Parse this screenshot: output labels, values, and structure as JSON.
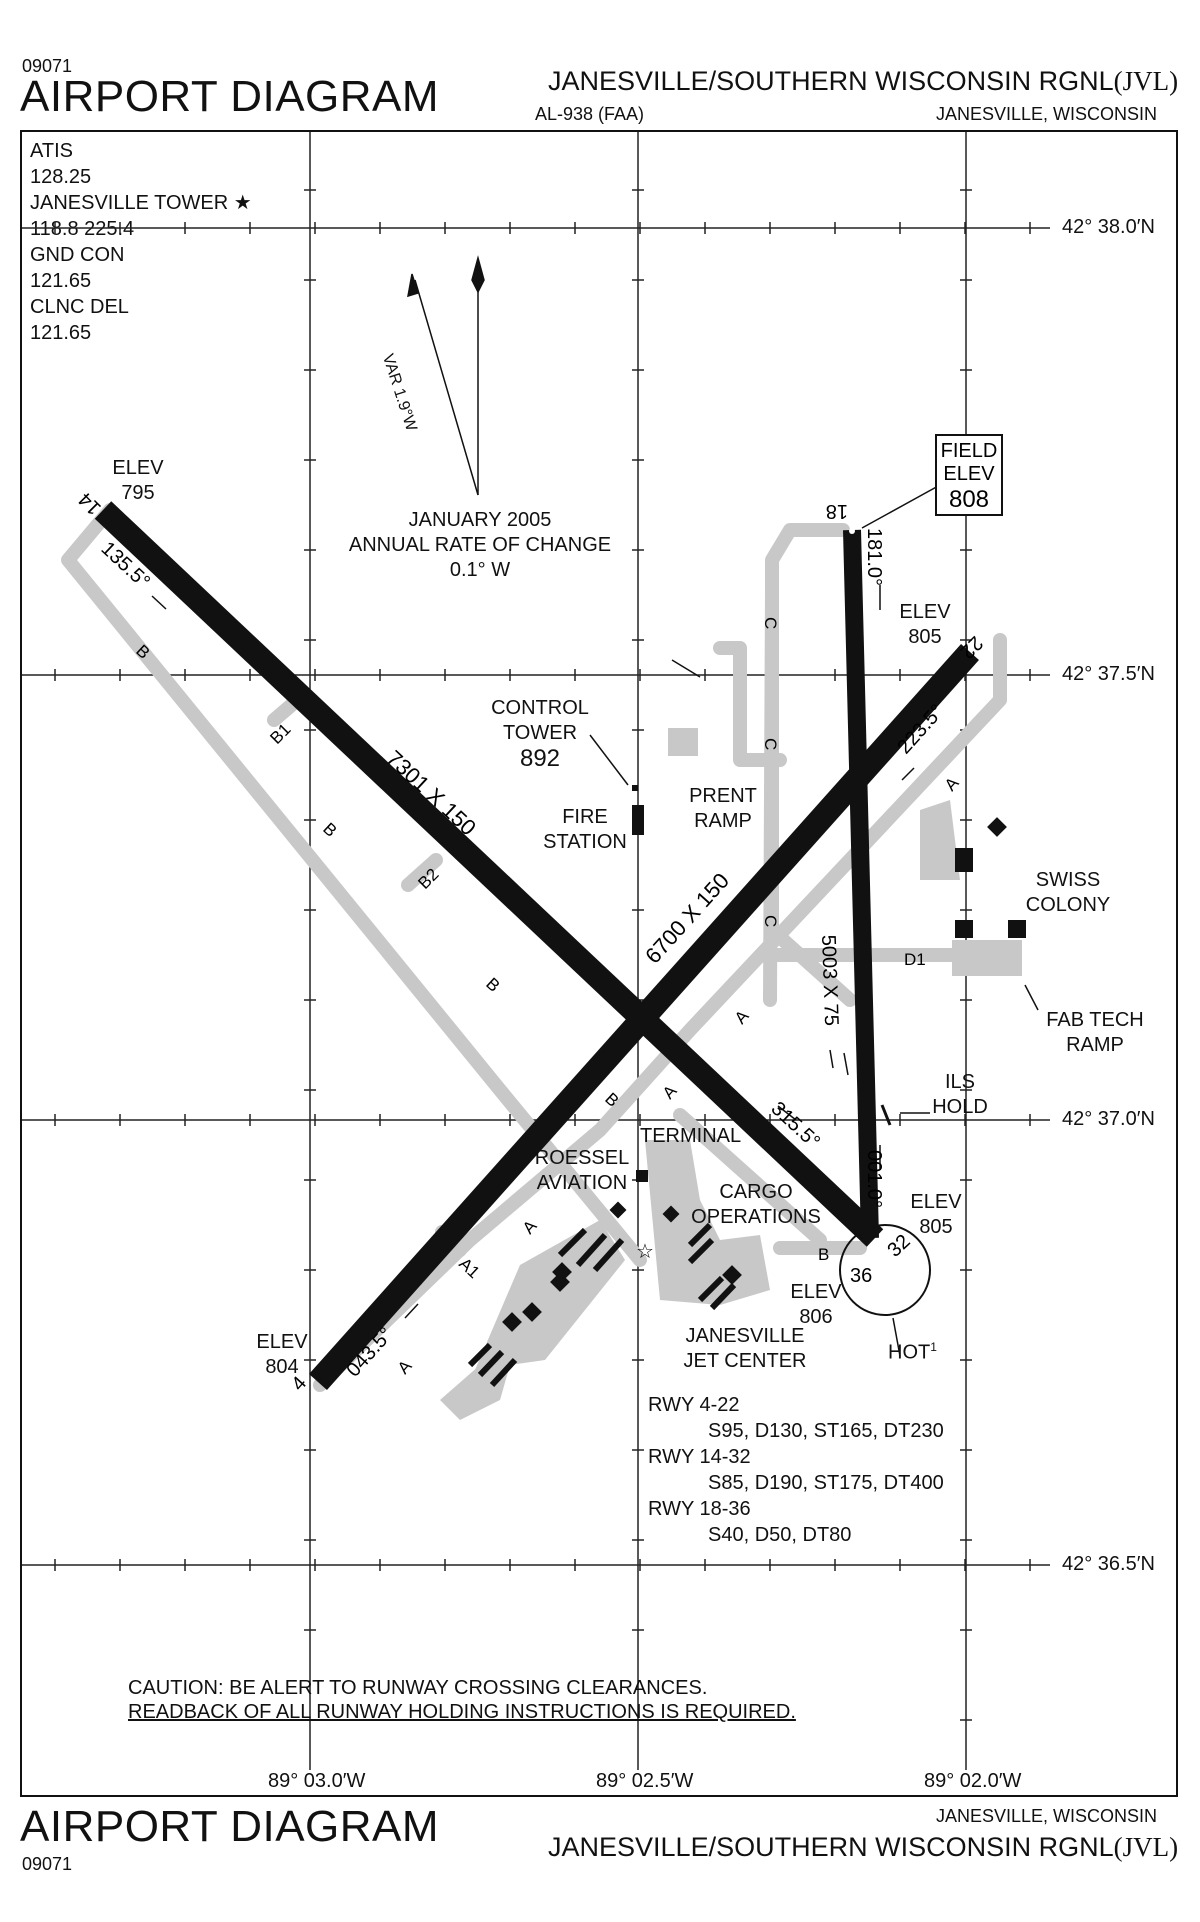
{
  "header": {
    "chart_id": "09071",
    "title": "AIRPORT DIAGRAM",
    "airport_name": "JANESVILLE/SOUTHERN WISCONSIN RGNL",
    "airport_ident": "(JVL)",
    "procedure_id": "AL-938 (FAA)",
    "city_state": "JANESVILLE, WISCONSIN"
  },
  "footer": {
    "title": "AIRPORT DIAGRAM",
    "chart_id": "09071",
    "city_state": "JANESVILLE, WISCONSIN",
    "airport_name": "JANESVILLE/SOUTHERN WISCONSIN RGNL",
    "airport_ident": "(JVL)"
  },
  "frequencies": [
    "ATIS",
    "128.25",
    "JANESVILLE TOWER ★",
    "118.8  225.4",
    "GND CON",
    "121.65",
    "CLNC DEL",
    "121.65"
  ],
  "variation": {
    "var_label": "VAR 1.9°W",
    "date": "JANUARY 2005",
    "rate_label": "ANNUAL RATE OF CHANGE",
    "rate": "0.1° W"
  },
  "latitudes": [
    "42° 38.0′N",
    "42° 37.5′N",
    "42° 37.0′N",
    "42° 36.5′N"
  ],
  "longitudes": [
    "89° 03.0′W",
    "89° 02.5′W",
    "89° 02.0′W"
  ],
  "field_elev": {
    "label1": "FIELD",
    "label2": "ELEV",
    "value": "808"
  },
  "runways": {
    "rwy_14_32_dims": "7301 X 150",
    "rwy_4_22_dims": "6700 X 150",
    "rwy_18_36_dims": "5003 X 75",
    "ends": {
      "r14": "14",
      "r32": "32",
      "r4": "4",
      "r22": "22",
      "r18": "18",
      "r36": "36"
    },
    "headings": {
      "h135": "135.5°",
      "h315": "315.5°",
      "h043": "043.5°",
      "h223": "223.5°",
      "h181": "181.0°",
      "h001": "001.0°"
    }
  },
  "elevations": {
    "e795_label": "ELEV",
    "e795": "795",
    "e805a_label": "ELEV",
    "e805a": "805",
    "e805b_label": "ELEV",
    "e805b": "805",
    "e806_label": "ELEV",
    "e806": "806",
    "e804_label": "ELEV",
    "e804": "804"
  },
  "labels": {
    "control_tower_1": "CONTROL",
    "control_tower_2": "TOWER",
    "control_tower_elev": "892",
    "fire_1": "FIRE",
    "fire_2": "STATION",
    "prent_1": "PRENT",
    "prent_2": "RAMP",
    "swiss_1": "SWISS",
    "swiss_2": "COLONY",
    "fab_1": "FAB TECH",
    "fab_2": "RAMP",
    "ils_1": "ILS",
    "ils_2": "HOLD",
    "terminal": "TERMINAL",
    "roessel_1": "ROESSEL",
    "roessel_2": "AVIATION",
    "cargo_1": "CARGO",
    "cargo_2": "OPERATIONS",
    "jet_1": "JANESVILLE",
    "jet_2": "JET CENTER",
    "hot": "HOT",
    "hot_sup": "1"
  },
  "taxiways": {
    "B": "B",
    "B1": "B1",
    "B2": "B2",
    "A": "A",
    "A1": "A1",
    "C": "C",
    "D1": "D1"
  },
  "runway_strength": [
    {
      "rwy": "RWY 4-22",
      "data": "S95, D130, ST165, DT230"
    },
    {
      "rwy": "RWY 14-32",
      "data": "S85, D190, ST175, DT400"
    },
    {
      "rwy": "RWY 18-36",
      "data": "S40, D50, DT80"
    }
  ],
  "caution": {
    "line1": "CAUTION: BE ALERT TO RUNWAY CROSSING CLEARANCES.",
    "line2": "READBACK OF ALL RUNWAY HOLDING INSTRUCTIONS IS REQUIRED."
  }
}
